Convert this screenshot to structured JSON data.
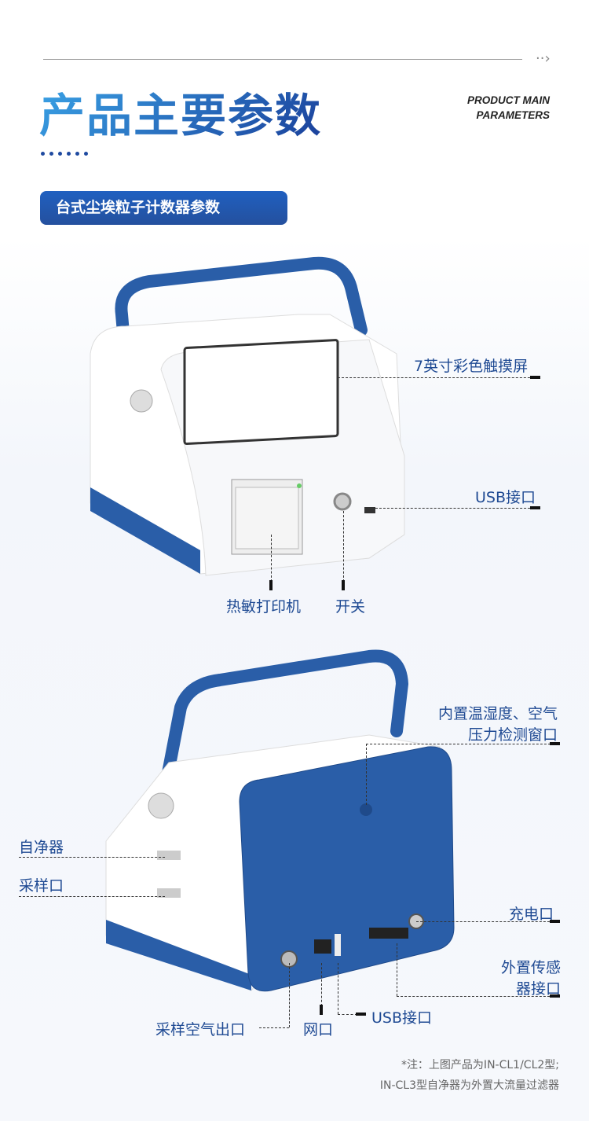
{
  "header": {
    "title": "产品主要参数",
    "subtitle_line1": "PRODUCT MAIN",
    "subtitle_line2": "PARAMETERS",
    "section_badge": "台式尘埃粒子计数器参数"
  },
  "front_view": {
    "labels": {
      "screen": "7英寸彩色触摸屏",
      "usb": "USB接口",
      "printer": "热敏打印机",
      "switch": "开关"
    }
  },
  "rear_view": {
    "labels": {
      "sensor_window_line1": "内置温湿度、空气",
      "sensor_window_line2": "压力检测窗口",
      "purifier": "自净器",
      "sampling_port": "采样口",
      "charging_port": "充电口",
      "ext_sensor_line1": "外置传感",
      "ext_sensor_line2": "器接口",
      "air_outlet": "采样空气出口",
      "network_port": "网口",
      "usb": "USB接口"
    }
  },
  "note": {
    "line1": "*注：上图产品为IN-CL1/CL2型;",
    "line2": "IN-CL3型自净器为外置大流量过滤器"
  },
  "colors": {
    "brand_blue": "#2a5ea8",
    "title_gradient_start": "#3aa3e6",
    "title_gradient_end": "#1a3f9a"
  }
}
